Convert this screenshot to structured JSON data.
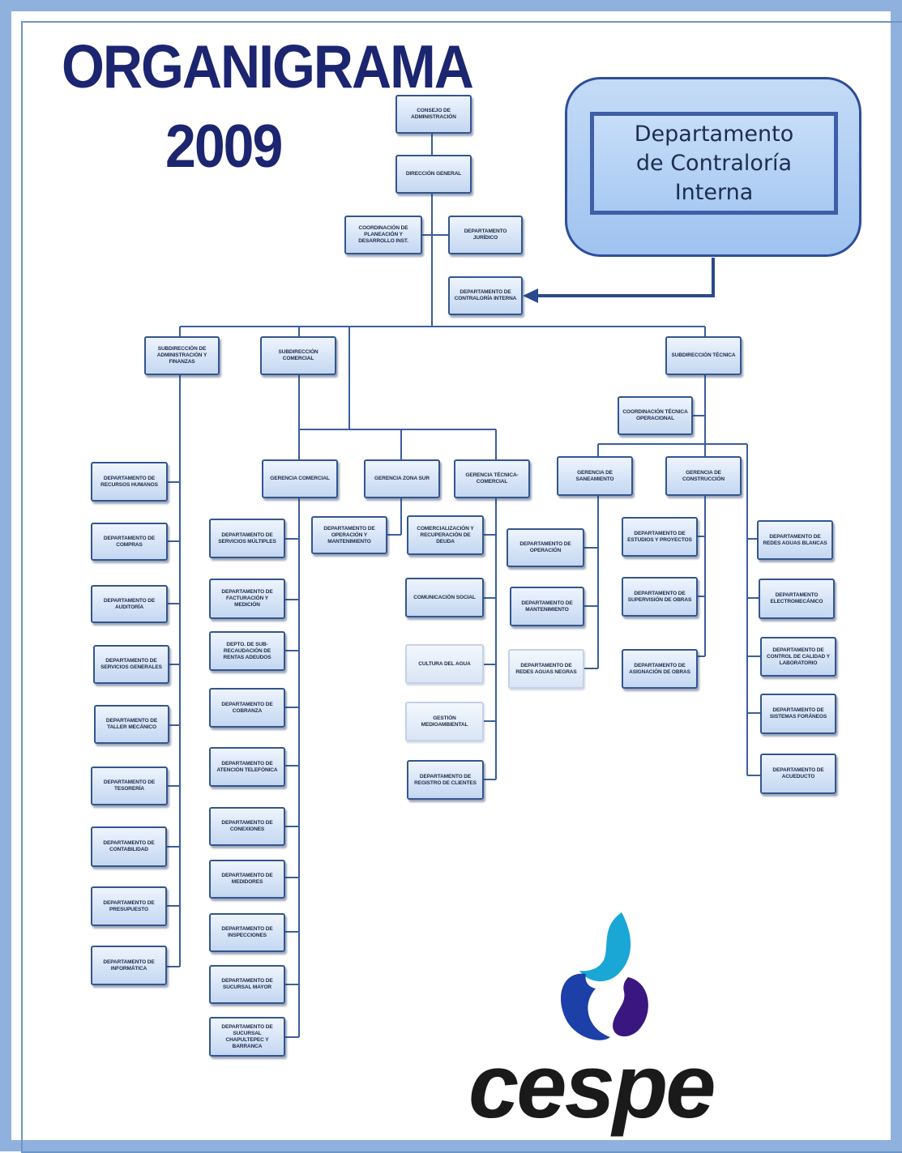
{
  "title": {
    "line1": "ORGANIGRAMA",
    "line2": "2009"
  },
  "callout": {
    "text": "Departamento\nde Contraloría\nInterna"
  },
  "logo": {
    "text": "cespe",
    "colors": {
      "drop": "#1aa7d6",
      "left": "#1c3fa8",
      "right": "#3a1780"
    }
  },
  "colors": {
    "box_border": "#33568f",
    "line": "#3b5f9c",
    "title": "#1b2570",
    "frame": "#8fb1dd"
  },
  "nodes": {
    "consejo": "Consejo de Administración",
    "direccion": "Dirección General",
    "coord_planeacion": "Coordinación de Planeación y Desarrollo Inst.",
    "depto_juridico": "Departamento Jurídico",
    "depto_contraloria": "Departamento de Contraloría Interna",
    "sub_admin": "Subdirección de Administración y Finanzas",
    "sub_comercial": "Subdirección Comercial",
    "sub_tecnica": "Subdirección Técnica",
    "coord_tecnica": "Coordinación Técnica Operacional",
    "ger_comercial": "Gerencia Comercial",
    "ger_zona_sur": "Gerencia Zona Sur",
    "ger_tecnica_comercial": "Gerencia Técnica-Comercial",
    "ger_saneamiento": "Gerencia de Saneamiento",
    "ger_construccion": "Gerencia de Construcción",
    "admin": [
      "Departamento de Recursos Humanos",
      "Departamento de Compras",
      "Departamento de Auditoría",
      "Departamento de Servicios Generales",
      "Departamento de Taller Mecánico",
      "Departamento de Tesorería",
      "Departamento de Contabilidad",
      "Departamento de Presupuesto",
      "Departamento de Informática"
    ],
    "comercial": [
      "Departamento de Servicios Múltiples",
      "Departamento de Facturación y Medición",
      "Depto. de Sub-Recaudación de Rentas Adeudos",
      "Departamento de Cobranza",
      "Departamento de Atención Telefónica",
      "Departamento de Conexiones",
      "Departamento de Medidores",
      "Departamento de Inspecciones",
      "Departamento de Sucursal Mayor",
      "Departamento de Sucursal Chapultepec y Barranca"
    ],
    "zona_sur": [
      "Departamento de Operación y Mantenimiento"
    ],
    "tecnica_comercial": [
      "Comercialización y Recuperación de Deuda",
      "Comunicación Social",
      "Cultura del Agua",
      "Gestión Medioambiental",
      "Departamento de Registro de Clientes"
    ],
    "saneamiento": [
      "Departamento de Operación",
      "Departamento de Mantenimiento",
      "Departamento de Redes Aguas Negras"
    ],
    "construccion": [
      "Departamento de Estudios y Proyectos",
      "Departamento de Supervisión de Obras",
      "Departamento de Asignación de Obras"
    ],
    "tecnica": [
      "Departamento de Redes Aguas Blancas",
      "Departamento Electromecánico",
      "Departamento de Control de Calidad y Laboratorio",
      "Departamento de Sistemas Foráneos",
      "Departamento de Acueducto"
    ]
  }
}
